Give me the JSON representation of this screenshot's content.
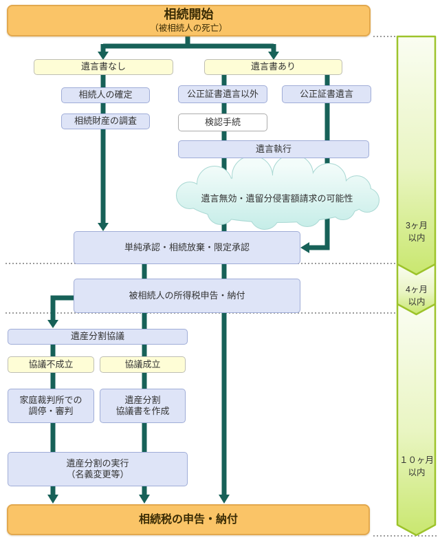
{
  "nodes": {
    "start_title": "相続開始",
    "start_subtitle": "（被相続人の死亡）",
    "no_will": "遺言書なし",
    "has_will": "遺言書あり",
    "heir_identification": "相続人の確定",
    "estate_survey": "相続財産の調査",
    "non_notarial_will": "公正証書遺言以外",
    "notarial_will": "公正証書遺言",
    "probate": "検認手続",
    "will_execution": "遺言執行",
    "cloud_note": "遺言無効・遺留分侵害額請求の可能性",
    "acceptance": "単純承認・相続放棄・限定承認",
    "decedent_income_tax": "被相続人の所得税申告・納付",
    "division_meeting": "遺産分割協議",
    "agreement_failed": "協議不成立",
    "agreement_reached": "協議成立",
    "family_court": "家庭裁判所での\n調停・審判",
    "division_agreement_doc": "遺産分割\n協議書を作成",
    "division_execution": "遺産分割の実行\n（名義変更等）",
    "inheritance_tax": "相続税の申告・納付"
  },
  "timeline": {
    "labels": [
      "3ヶ月\n以内",
      "4ヶ月\n以内",
      "１０ヶ月\n以内"
    ]
  },
  "colors": {
    "arrow_teal": "#176158",
    "box_orange": "#FAC467",
    "box_yellow": "#FEFDD6",
    "box_blue": "#DEE4F7",
    "timeline_green_border": "#9DC32B",
    "timeline_green_fill": "#C9E76F",
    "cloud_fill": "#CDEEE9",
    "dotted_gray": "#999999"
  }
}
